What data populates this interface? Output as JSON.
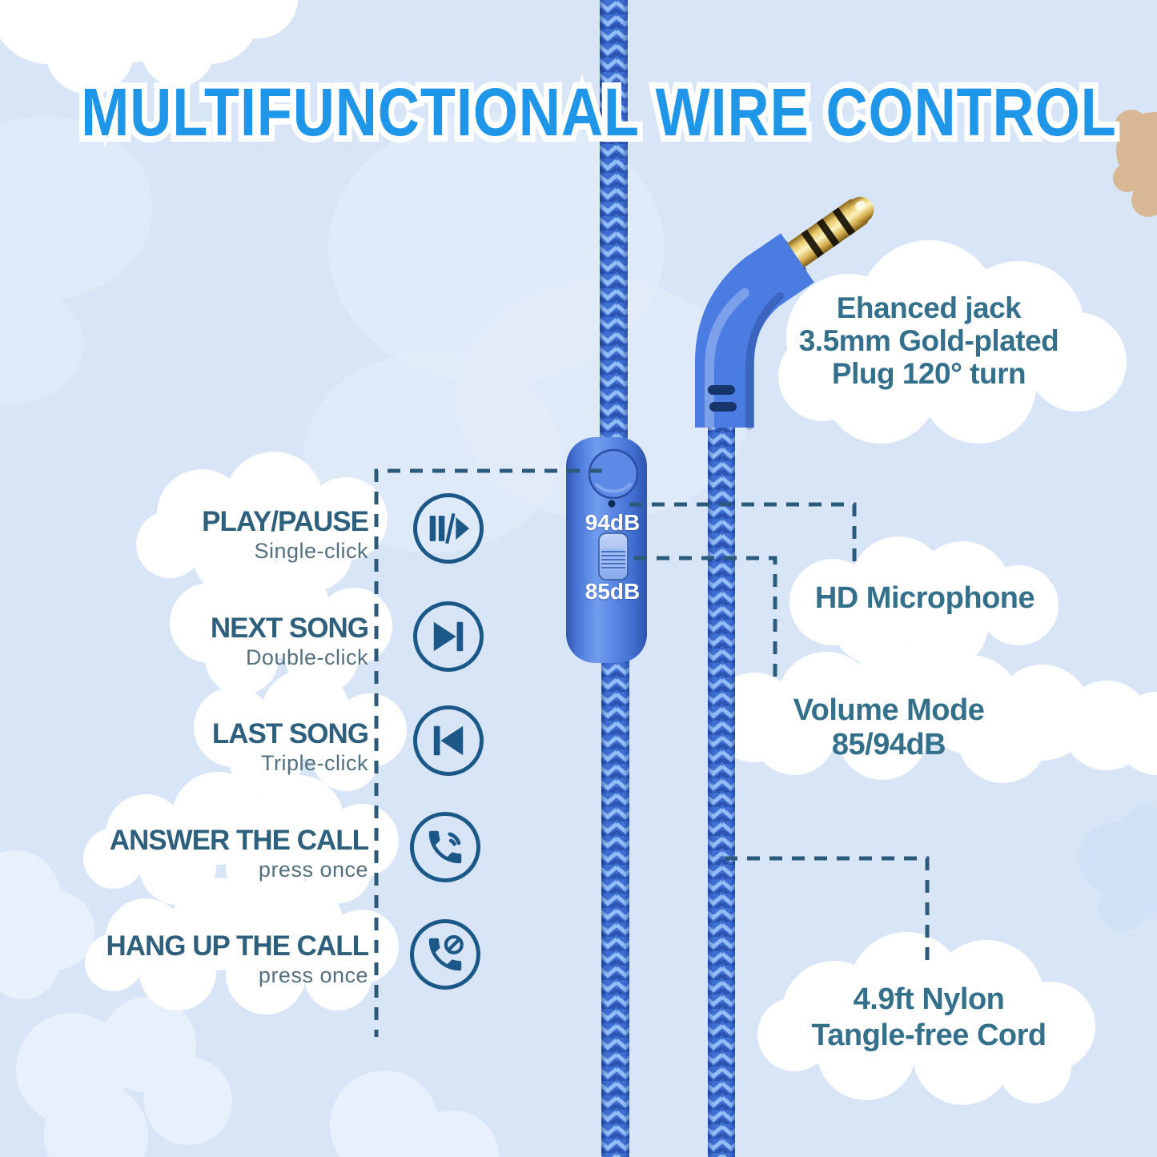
{
  "title": "MULTIFUNCTIONAL WIRE CONTROL",
  "remote": {
    "high_label": "94dB",
    "low_label": "85dB"
  },
  "controls": [
    {
      "label": "PLAY/PAUSE",
      "sub": "Single-click",
      "icon": "play-pause-icon"
    },
    {
      "label": "NEXT SONG",
      "sub": "Double-click",
      "icon": "next-song-icon"
    },
    {
      "label": "LAST SONG",
      "sub": "Triple-click",
      "icon": "last-song-icon"
    },
    {
      "label": "ANSWER THE CALL",
      "sub": "press once",
      "icon": "answer-call-icon"
    },
    {
      "label": "HANG UP THE CALL",
      "sub": "press once",
      "icon": "hang-up-call-icon"
    }
  ],
  "callouts": {
    "jack_lines": [
      "Ehanced jack",
      "3.5mm Gold-plated",
      "Plug 120° turn"
    ],
    "hd_mic": "HD Microphone",
    "volume_mode": "Volume Mode 85/94dB",
    "cord_lines": [
      "4.9ft Nylon",
      "Tangle-free Cord"
    ]
  },
  "colors": {
    "background": "#d7e5f6",
    "title_blue": "#1f96e8",
    "caption_teal": "#34708c",
    "label_teal": "#2e5f7d",
    "sublabel_gray": "#54707e",
    "icon_navy": "#1b5888",
    "dashed_line": "#2c5a7a",
    "pod_blue": "#4a7ce0",
    "cable_blue": "#3e6fd2",
    "gold": "#d9b14f",
    "cloud_white": "#ffffff",
    "paw_tan": "#d8b795"
  }
}
